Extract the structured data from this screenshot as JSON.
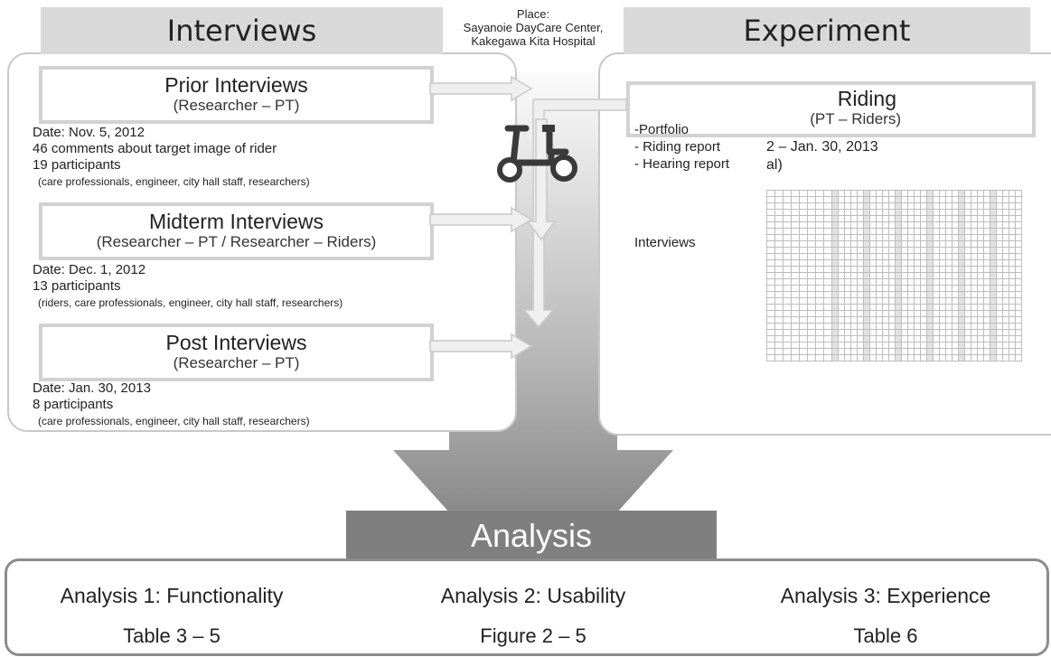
{
  "headers": {
    "interviews": "Interviews",
    "experiment": "Experiment",
    "place_label": "Place:",
    "place_line1": "Sayanoie DayCare Center,",
    "place_line2": "Kakegawa Kita Hospital"
  },
  "interviews": [
    {
      "title": "Prior Interviews",
      "subtitle": "(Researcher – PT)",
      "lines": [
        "Date: Nov. 5, 2012",
        "46 comments about target image of rider",
        "19 participants"
      ],
      "note": "(care professionals, engineer, city hall staff, researchers)"
    },
    {
      "title": "Midterm Interviews",
      "subtitle": "(Researcher – PT / Researcher – Riders)",
      "lines": [
        "Date: Dec. 1, 2012",
        "13 participants"
      ],
      "note": "(riders, care professionals, engineer, city hall staff, researchers)"
    },
    {
      "title": "Post Interviews",
      "subtitle": "(Researcher – PT)",
      "lines": [
        "Date: Jan. 30, 2013",
        "8 participants"
      ],
      "note": "(care professionals, engineer, city hall staff, researchers)"
    }
  ],
  "experiment": {
    "riding_title": "Riding",
    "riding_subtitle": "(PT – Riders)",
    "items": [
      "-Portfolio",
      "- Riding report",
      "- Hearing report"
    ],
    "date_fragment": "2 – Jan. 30, 2013",
    "fragment2": "al)",
    "interviews_label": "Interviews"
  },
  "analysis": {
    "title": "Analysis",
    "columns": [
      {
        "label": "Analysis 1: Functionality",
        "ref": "Table 3 – 5"
      },
      {
        "label": "Analysis 2: Usability",
        "ref": "Figure 2 – 5"
      },
      {
        "label": "Analysis 3: Experience",
        "ref": "Table 6"
      }
    ]
  },
  "icons": {
    "vehicle": "mobility-scooter-icon"
  },
  "colors": {
    "header_gray": "#d9d9d9",
    "analysis_gray": "#7f7f7f",
    "arrow_dark": "#6f6f6f",
    "arrow_light": "#f2f2f2"
  }
}
